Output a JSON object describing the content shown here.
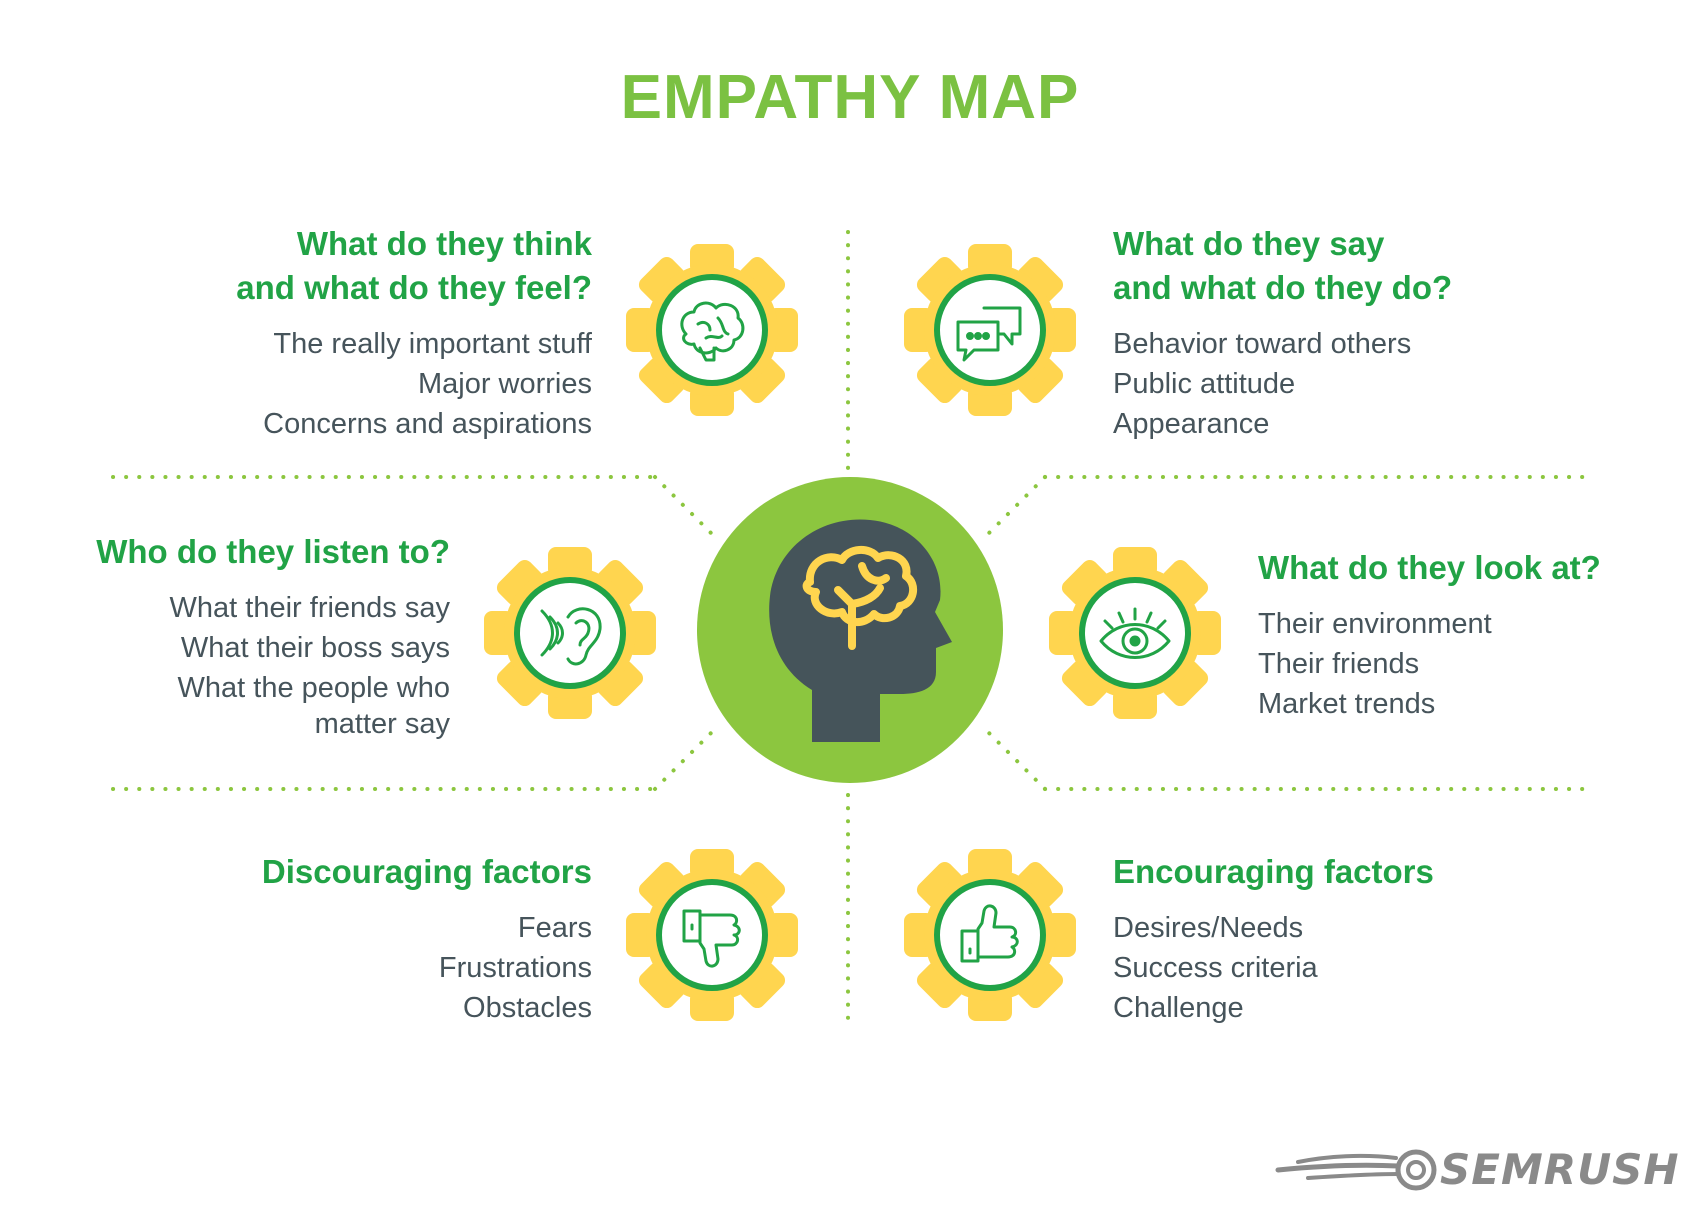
{
  "title": "EMPATHY MAP",
  "colors": {
    "title": "#7bc142",
    "heading": "#21a346",
    "body_text": "#46545b",
    "gear": "#ffd54f",
    "gear_ring": "#21a346",
    "center_circle": "#8cc63f",
    "head": "#45545a",
    "brain": "#ffd54f",
    "dots": "#8cc63f"
  },
  "sections": {
    "think_feel": {
      "heading_lines": [
        "What do they think",
        "and what do they feel?"
      ],
      "items": [
        "The really important stuff",
        "Major worries",
        "Concerns and aspirations"
      ],
      "icon": "brain-icon"
    },
    "say_do": {
      "heading_lines": [
        "What do they say",
        "and what do they do?"
      ],
      "items": [
        "Behavior toward others",
        "Public attitude",
        "Appearance"
      ],
      "icon": "speech-bubbles-icon"
    },
    "listen": {
      "heading_lines": [
        "Who do they listen to?"
      ],
      "items": [
        "What their friends say",
        "What their boss says",
        "What the people who",
        "matter say"
      ],
      "icon": "ear-icon"
    },
    "look": {
      "heading_lines": [
        "What do they look at?"
      ],
      "items": [
        "Their environment",
        "Their friends",
        "Market trends"
      ],
      "icon": "eye-icon"
    },
    "discouraging": {
      "heading_lines": [
        "Discouraging factors"
      ],
      "items": [
        "Fears",
        "Frustrations",
        "Obstacles"
      ],
      "icon": "thumbs-down-icon"
    },
    "encouraging": {
      "heading_lines": [
        "Encouraging factors"
      ],
      "items": [
        "Desires/Needs",
        "Success criteria",
        "Challenge"
      ],
      "icon": "thumbs-up-icon"
    }
  },
  "center_icon": "head-with-brain-icon",
  "logo": {
    "text": "SEMRUSH",
    "icon": "semrush-comet-icon"
  }
}
